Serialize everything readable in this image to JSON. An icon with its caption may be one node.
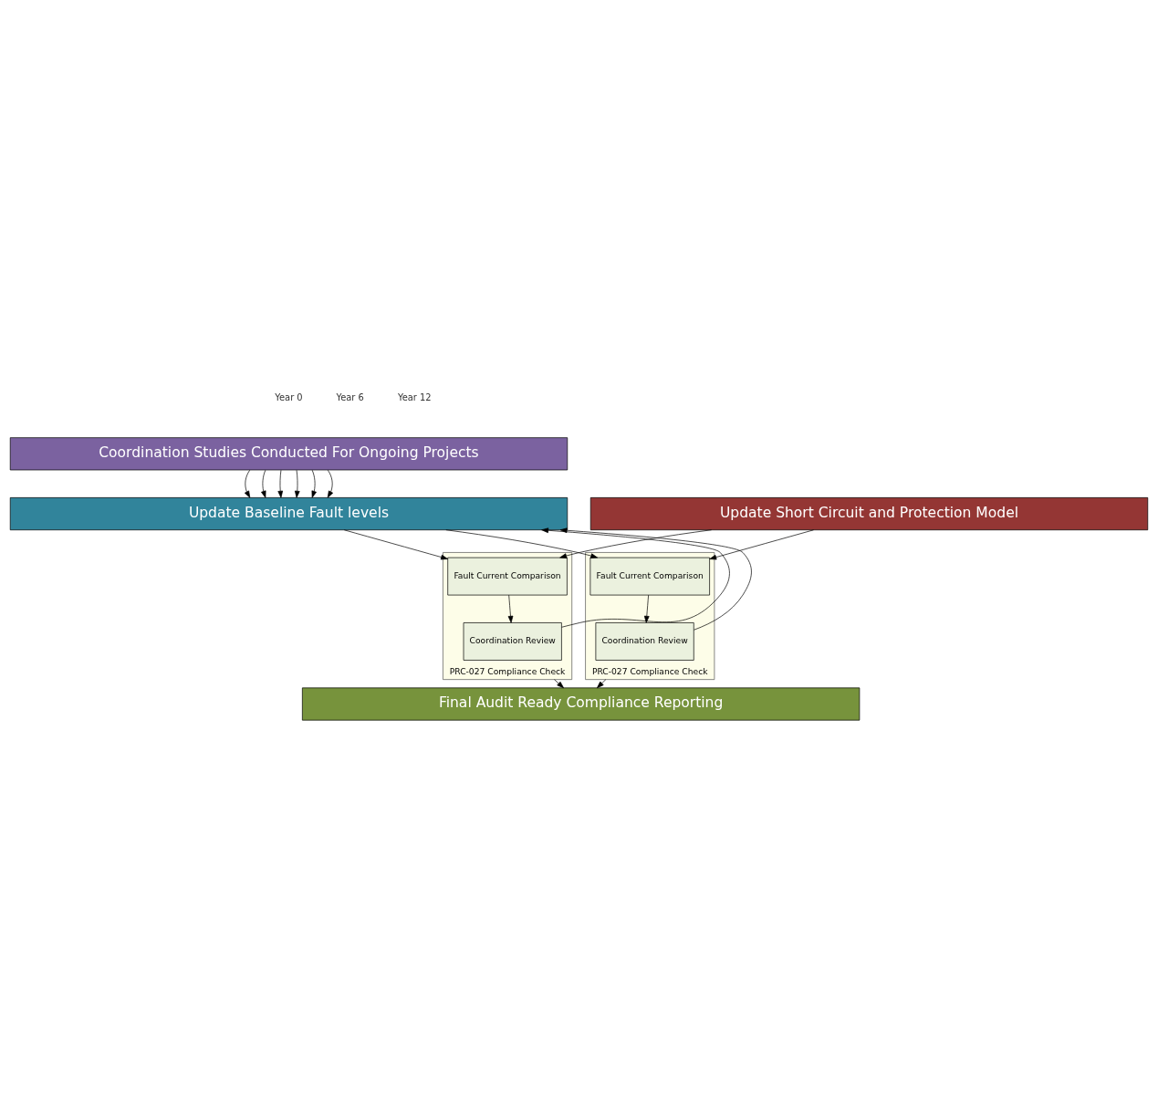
{
  "diagram": {
    "nodes": [
      {
        "text": [
          "Coordination Studies Conducted For Ongoing Projects"
        ]
      },
      {
        "text": [
          "Update Baseline Fault levels"
        ]
      },
      {
        "text": [
          "Update Short Circuit and Protection Model"
        ]
      },
      {
        "text": [
          "PRC-027 Compliance Check"
        ]
      },
      {
        "text": [
          "Fault Current Comparison"
        ],
        "in": 3
      },
      {
        "text": [
          "Coordination Review"
        ],
        "in": 3
      },
      {
        "text": [
          "PRC-027 Compliance Check"
        ]
      },
      {
        "text": [
          "Fault Current Comparison"
        ],
        "in": 6
      },
      {
        "text": [
          "Coordination Review"
        ],
        "in": 6
      },
      {
        "text": [
          "Final Audit Ready Compliance Reporting"
        ]
      }
    ],
    "edges": [
      {
        "from": 0,
        "to": 1,
        "arrow": "to"
      },
      {
        "from": 0,
        "to": 1,
        "arrow": "to"
      },
      {
        "from": 0,
        "to": 1,
        "arrow": "to"
      },
      {
        "from": 0,
        "to": 1,
        "arrow": "to"
      },
      {
        "from": 0,
        "to": 1,
        "arrow": "to"
      },
      {
        "from": 0,
        "to": 1,
        "arrow": "to"
      },
      {
        "from": 1,
        "to": 4,
        "arrow": "to"
      },
      {
        "from": 2,
        "to": 4,
        "arrow": "to"
      },
      {
        "from": 5,
        "to": 1,
        "arrow": "to"
      },
      {
        "from": 1,
        "to": 7,
        "arrow": "to"
      },
      {
        "from": 2,
        "to": 7,
        "arrow": "to"
      },
      {
        "from": 8,
        "to": 1,
        "arrow": "to"
      },
      {
        "from": 4,
        "to": 5,
        "arrow": "to"
      },
      {
        "from": 7,
        "to": 8,
        "arrow": "to"
      },
      {
        "from": 3,
        "to": 9,
        "arrow": "to"
      },
      {
        "from": 6,
        "to": 9,
        "arrow": "to"
      }
    ],
    "labels": [
      "Year 0",
      "Year 6",
      "Year 12"
    ]
  }
}
